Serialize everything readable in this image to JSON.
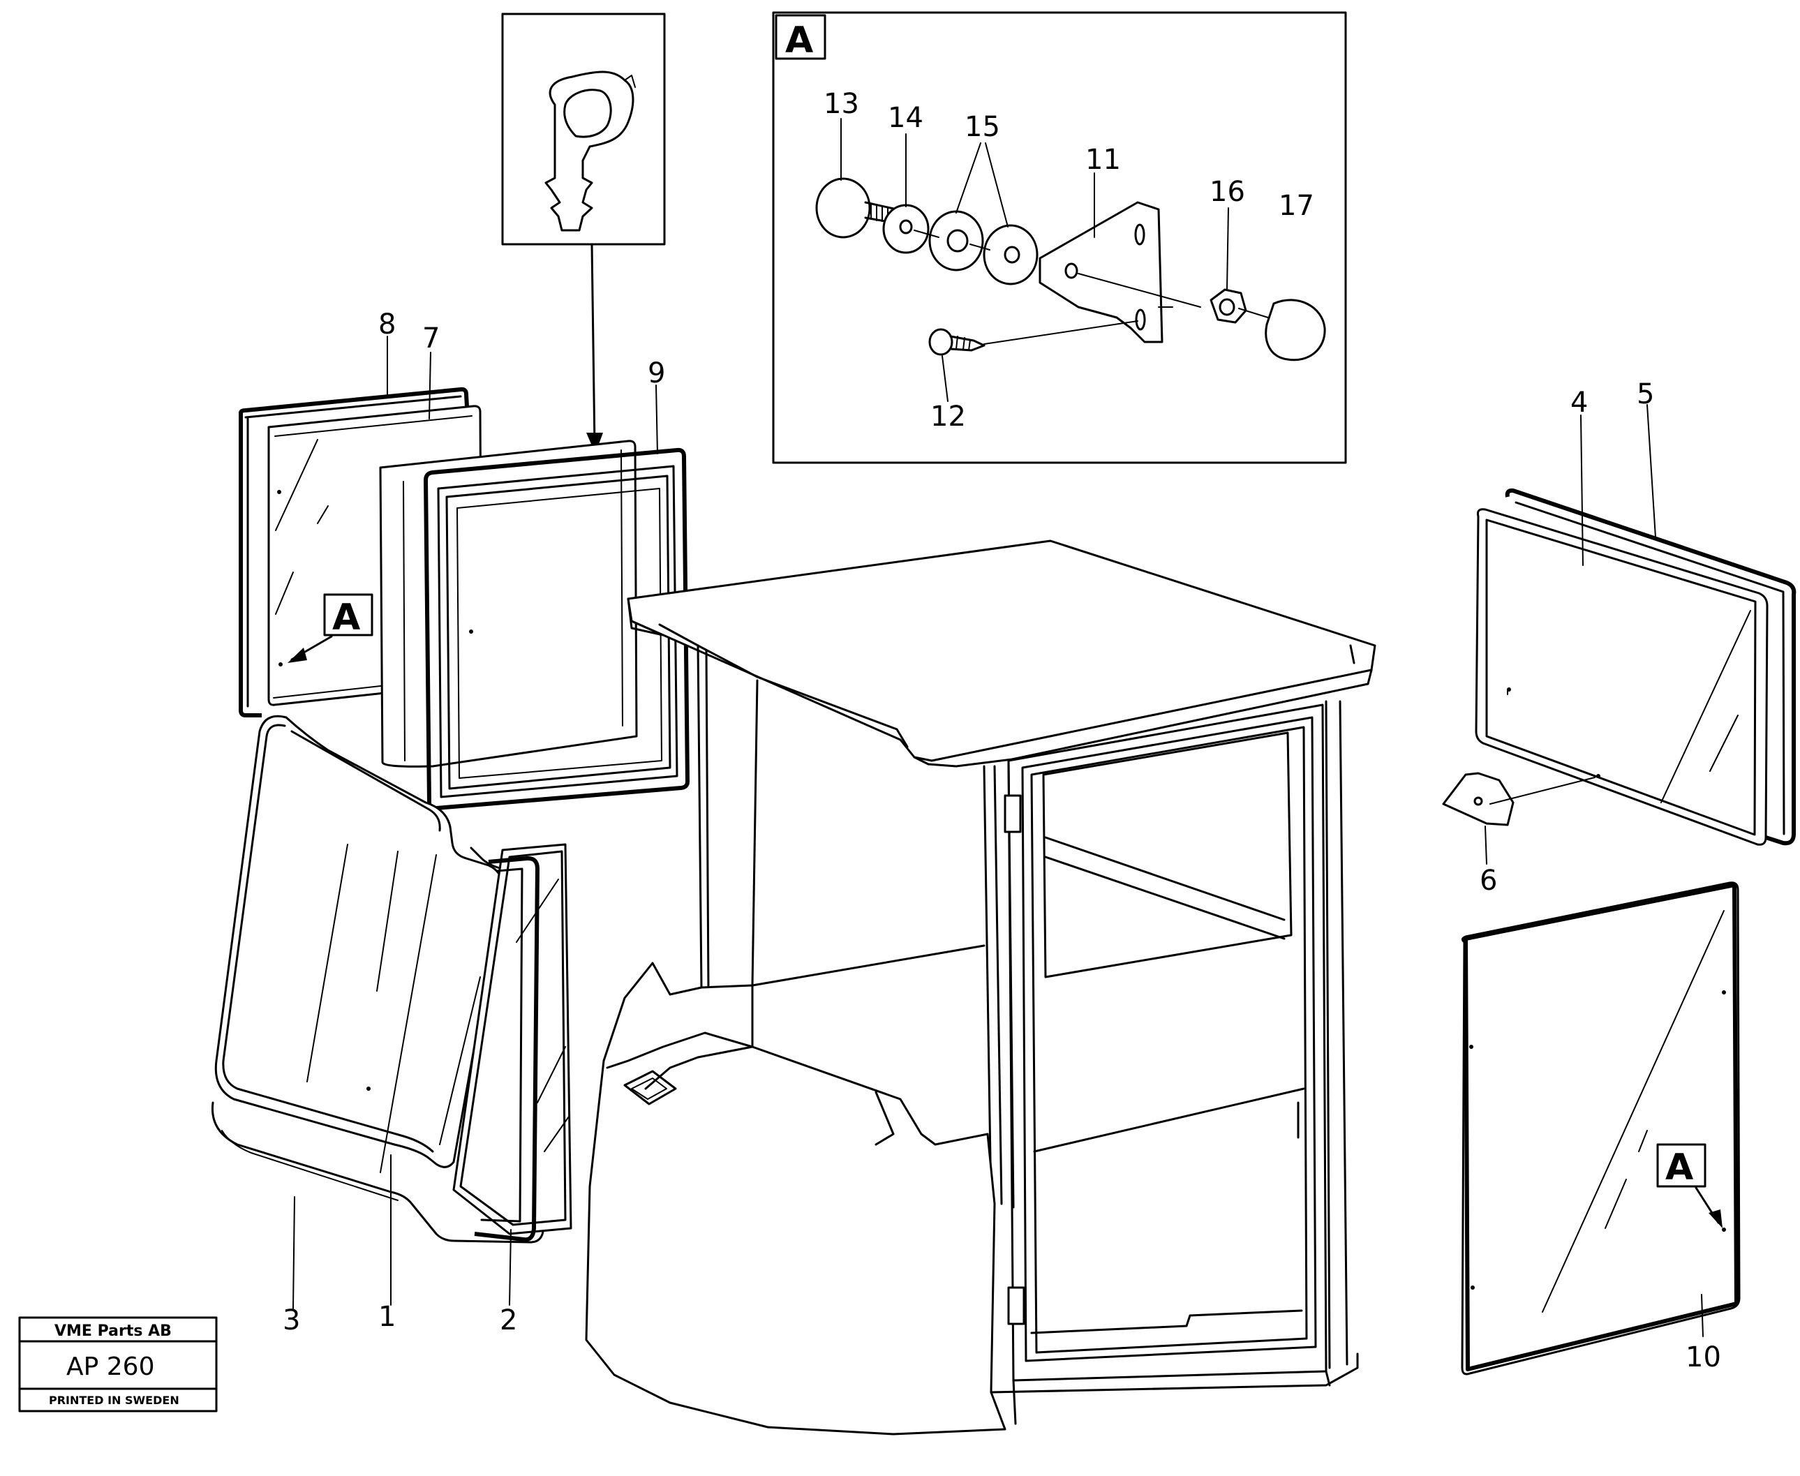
{
  "callouts": {
    "n1": "1",
    "n2": "2",
    "n3": "3",
    "n4": "4",
    "n5": "5",
    "n6": "6",
    "n7": "7",
    "n8": "8",
    "n9": "9",
    "n10": "10",
    "n11": "11",
    "n12": "12",
    "n13": "13",
    "n14": "14",
    "n15": "15",
    "n16": "16",
    "n17": "17"
  },
  "detail_labels": {
    "detail_a": "A",
    "ref_a_left": "A",
    "ref_a_right": "A"
  },
  "title_block": {
    "company": "VME Parts AB",
    "code": "AP 260",
    "printed": "PRINTED IN SWEDEN"
  }
}
